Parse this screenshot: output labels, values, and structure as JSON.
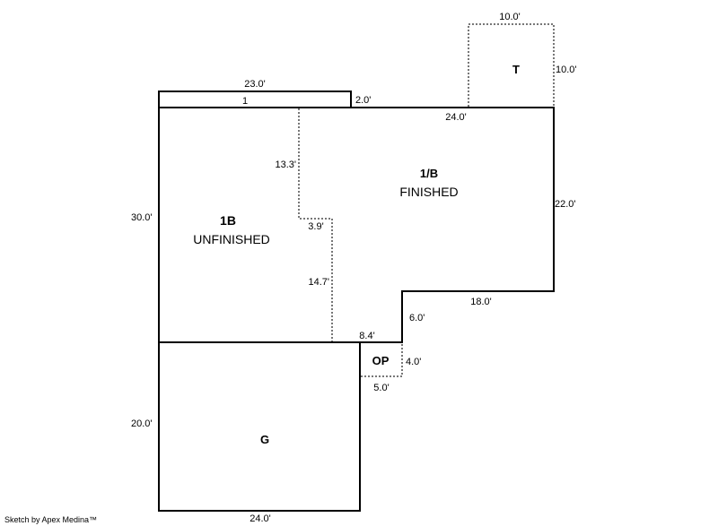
{
  "areas": {
    "area1": {
      "label": "1"
    },
    "unfinished": {
      "label": "1B",
      "sub": "UNFINISHED"
    },
    "finished": {
      "label": "1/B",
      "sub": "FINISHED"
    },
    "terrace": {
      "label": "T"
    },
    "porch": {
      "label": "OP"
    },
    "garage": {
      "label": "G"
    }
  },
  "dimensions": {
    "area1_width": "23.0'",
    "area1_depth": "2.0'",
    "top_right": "24.0'",
    "t_width": "10.0'",
    "t_depth": "10.0'",
    "right_side": "22.0'",
    "step_width": "18.0'",
    "step_height": "6.0'",
    "left_side": "30.0'",
    "divider_upper": "13.3'",
    "divider_jog": "3.9'",
    "divider_lower": "14.7'",
    "mid_segment": "8.4'",
    "op_depth": "4.0'",
    "op_width": "5.0'",
    "garage_side": "20.0'",
    "garage_bottom": "24.0'"
  },
  "credit": "Sketch by Apex Medina™"
}
